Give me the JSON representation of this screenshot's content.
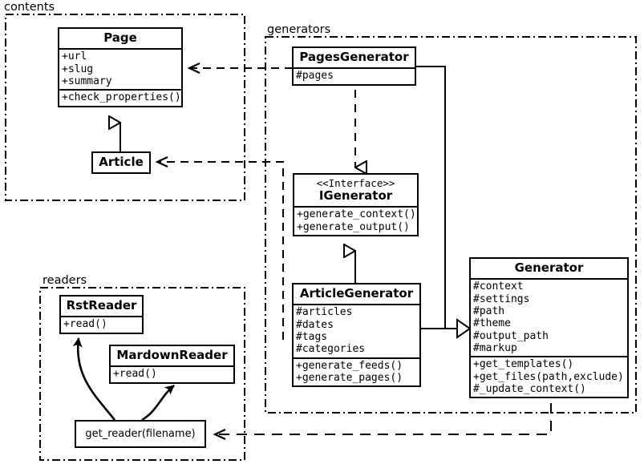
{
  "diagram": {
    "title": "UML class diagram",
    "stroke_color": "#000000",
    "background_color": "#ffffff"
  },
  "packages": [
    {
      "id": "contents",
      "label": "contents"
    },
    {
      "id": "generators",
      "label": "generators"
    },
    {
      "id": "readers",
      "label": "readers"
    }
  ],
  "classes": {
    "page": {
      "name": "Page",
      "attributes": [
        "+url",
        "+slug",
        "+summary"
      ],
      "methods": [
        "+check_properties()"
      ]
    },
    "article": {
      "name": "Article",
      "attributes": [],
      "methods": []
    },
    "pages_generator": {
      "name": "PagesGenerator",
      "attributes": [
        "#pages"
      ],
      "methods": []
    },
    "igenerator": {
      "stereotype": "<<Interface>>",
      "name": "IGenerator",
      "attributes": [],
      "methods": [
        "+generate_context()",
        "+generate_output()"
      ]
    },
    "article_generator": {
      "name": "ArticleGenerator",
      "attributes": [
        "#articles",
        "#dates",
        "#tags",
        "#categories"
      ],
      "methods": [
        "+generate_feeds()",
        "+generate_pages()"
      ]
    },
    "generator": {
      "name": "Generator",
      "attributes": [
        "#context",
        "#settings",
        "#path",
        "#theme",
        "#output_path",
        "#markup"
      ],
      "methods": [
        "+get_templates()",
        "+get_files(path,exclude)",
        "#_update_context()"
      ]
    },
    "rst_reader": {
      "name": "RstReader",
      "attributes": [],
      "methods": [
        "+read()"
      ]
    },
    "mardown_reader": {
      "name": "MardownReader",
      "attributes": [],
      "methods": [
        "+read()"
      ]
    }
  },
  "functions": {
    "get_reader": {
      "label": "get_reader(filename)"
    }
  },
  "relations": [
    {
      "from": "article",
      "to": "page",
      "type": "generalization"
    },
    {
      "from": "pages_generator",
      "to": "igenerator",
      "type": "realization"
    },
    {
      "from": "article_generator",
      "to": "igenerator",
      "type": "generalization"
    },
    {
      "from": "pages_generator",
      "to": "generator",
      "type": "generalization"
    },
    {
      "from": "article_generator",
      "to": "generator",
      "type": "generalization"
    },
    {
      "from": "pages_generator",
      "to": "page",
      "type": "dependency"
    },
    {
      "from": "article_generator",
      "to": "article",
      "type": "dependency"
    },
    {
      "from": "generator",
      "to": "get_reader",
      "type": "dependency"
    },
    {
      "from": "get_reader",
      "to": "rst_reader",
      "type": "uses"
    },
    {
      "from": "get_reader",
      "to": "mardown_reader",
      "type": "uses"
    }
  ]
}
